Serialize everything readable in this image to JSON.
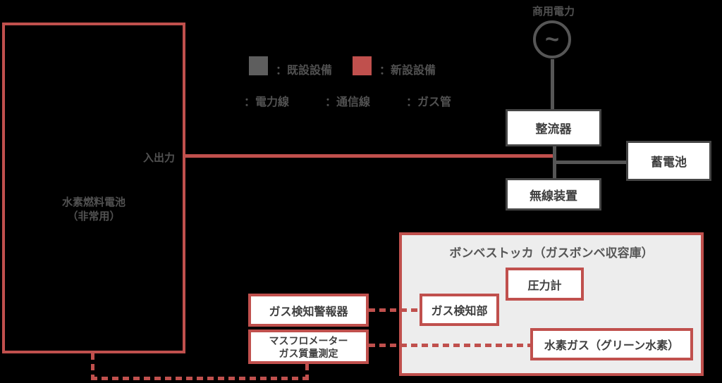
{
  "legend": {
    "existing_label": "：既設設備",
    "new_label": "：新設設備",
    "power_line_label": "：電力線",
    "comm_line_label": "：通信線",
    "gas_pipe_label": "：ガス管"
  },
  "power": {
    "commercial_label": "商用電力",
    "ac_symbol": "~",
    "rectifier_label": "整流器",
    "battery_label": "蓄電池",
    "wireless_label": "無線装置"
  },
  "fuel_cell": {
    "name_line1": "水素燃料電池",
    "name_line2": "（非常用）",
    "io_label": "入出力"
  },
  "stocker": {
    "title": "ボンベストッカ（ガスボンベ収容庫）",
    "pressure_gauge_label": "圧力計",
    "gas_detector_label": "ガス検知部",
    "hydrogen_gas_label": "水素ガス（グリーン水素）"
  },
  "external_devices": {
    "gas_alarm_label": "ガス検知警報器",
    "massflow_line1": "マスフロメーター",
    "massflow_line2": "ガス質量測定"
  },
  "colors": {
    "new_equipment_red": "#c0504d",
    "existing_equipment_gray": "#565656",
    "label_text_gray": "#515151",
    "box_text_gray": "#3f3f3f",
    "stocker_fill": "#ededed",
    "box_fill": "#ffffff",
    "background": "#000000"
  }
}
